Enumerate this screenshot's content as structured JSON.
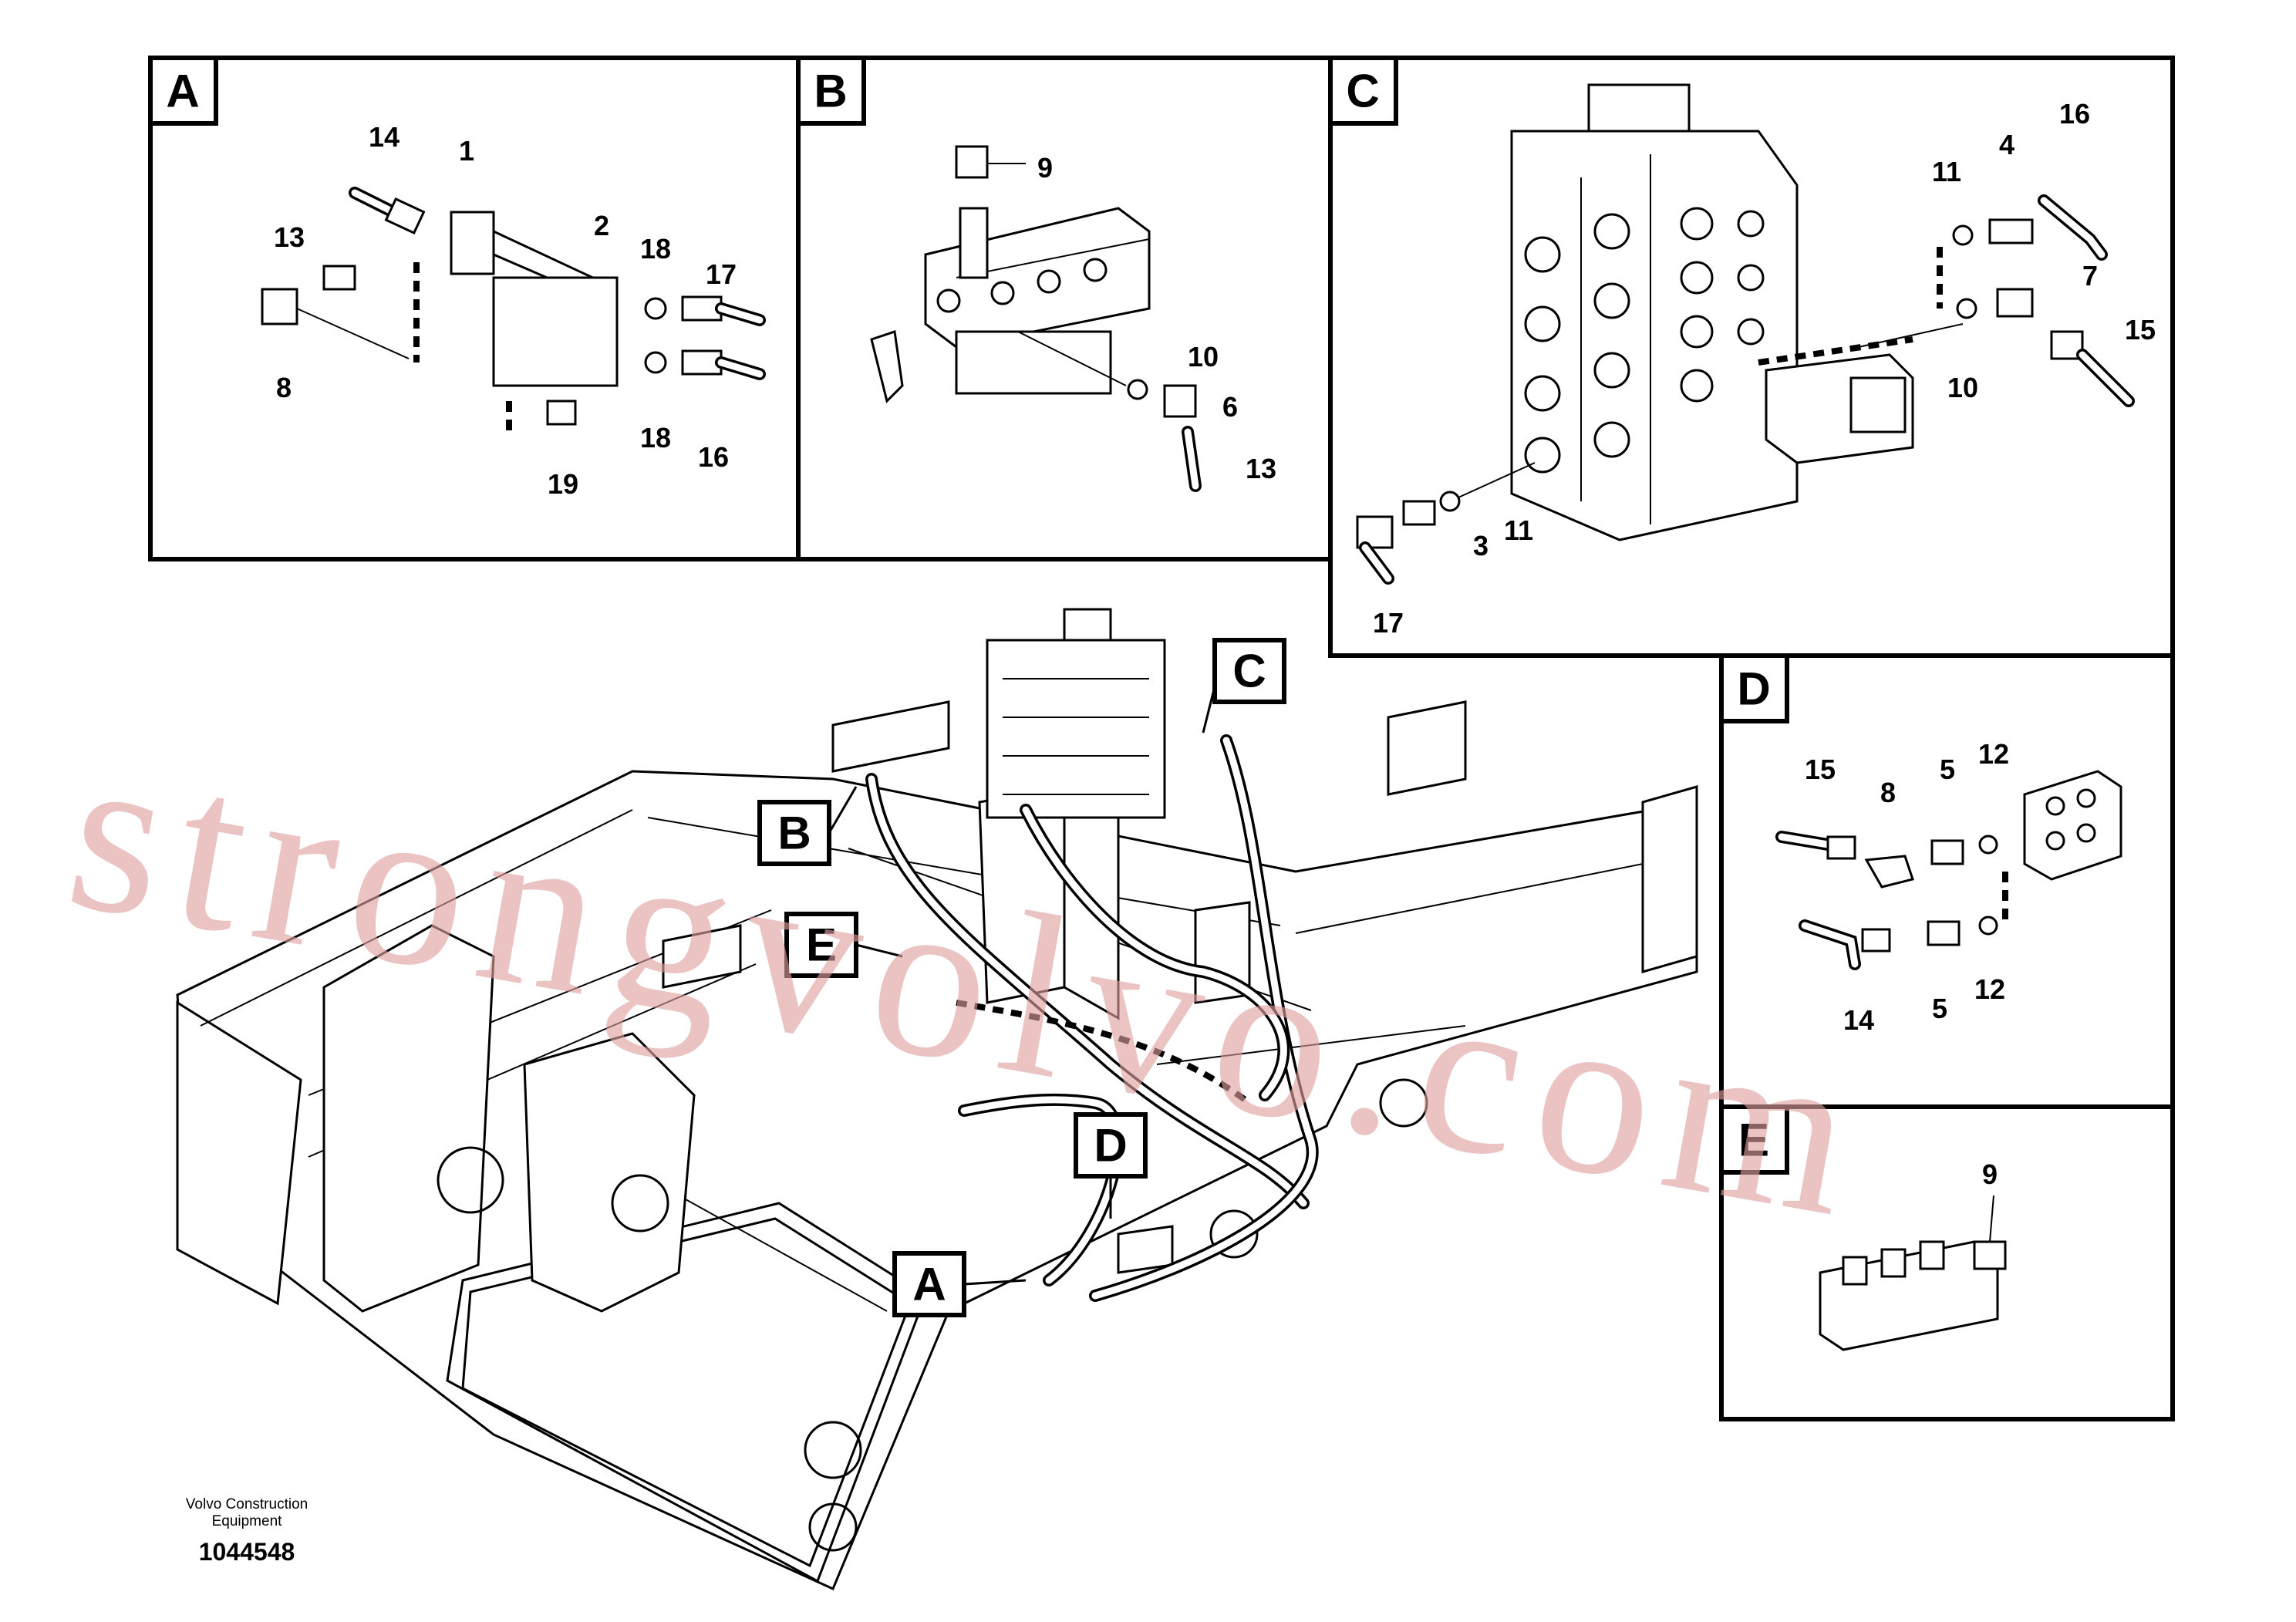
{
  "caption": {
    "company_line1": "Volvo Construction",
    "company_line2": "Equipment",
    "drawing_number": "1044548"
  },
  "watermark": "strongvolvo.com",
  "detail_panels": [
    {
      "letter": "A",
      "callouts": [
        "14",
        "1",
        "13",
        "2",
        "18",
        "17",
        "8",
        "18",
        "16",
        "19"
      ]
    },
    {
      "letter": "B",
      "callouts": [
        "9",
        "10",
        "6",
        "13"
      ]
    },
    {
      "letter": "C",
      "callouts": [
        "11",
        "4",
        "16",
        "7",
        "15",
        "10",
        "11",
        "3",
        "17"
      ]
    },
    {
      "letter": "D",
      "callouts": [
        "15",
        "8",
        "5",
        "12",
        "14",
        "5",
        "12"
      ]
    },
    {
      "letter": "E",
      "callouts": [
        "9"
      ]
    }
  ],
  "main_view_callouts": [
    "A",
    "B",
    "C",
    "D",
    "E"
  ]
}
